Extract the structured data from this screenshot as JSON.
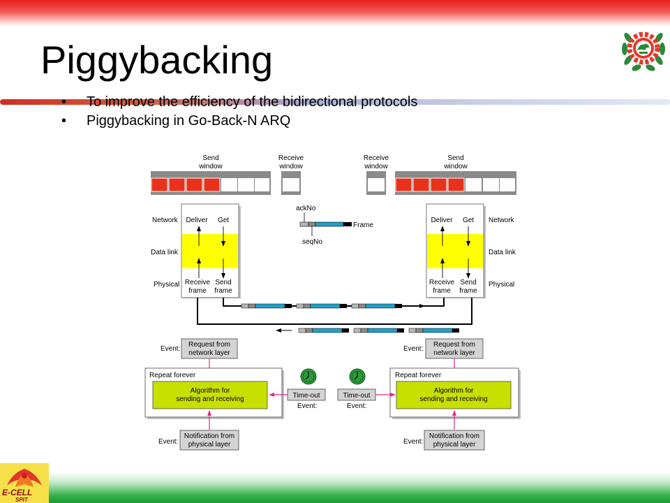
{
  "slide": {
    "title": "Piggybacking",
    "bullets": [
      "To improve the efficiency of the bidirectional protocols",
      "Piggybacking in Go-Back-N ARQ"
    ]
  },
  "logos": {
    "top_right": "emblem-gear-wreath",
    "bottom_left": "e-cell-logo",
    "bottom_left_text_1": "E-CELL",
    "bottom_left_text_2": "SPIT"
  },
  "diagram": {
    "left_send_window": "Send window",
    "left_receive_window": "Receive window",
    "right_receive_window": "Receive window",
    "right_send_window": "Send window",
    "ack_no": "ackNo",
    "seq_no": "seqNo",
    "frame": "Frame",
    "network": "Network",
    "data_link": "Data link",
    "physical": "Physical",
    "deliver": "Deliver",
    "get": "Get",
    "receive_frame": "Receive frame",
    "send_frame": "Send frame",
    "event": "Event:",
    "request_from_network_layer": "Request from network layer",
    "repeat_forever": "Repeat forever",
    "algorithm": "Algorithm for sending and receiving",
    "time_out": "Time-out",
    "notification_from_physical_layer": "Notification from physical layer"
  },
  "colors": {
    "window_filled": "#e8321c",
    "window_bar": "#8a8a8a",
    "layer_yellow": "#ffff00",
    "frame_blue": "#1f9fc8",
    "frame_gray": "#b8b8b8",
    "algorithm_green": "#c8e000",
    "event_box_gray": "#d4d4d4",
    "event_arrow_magenta": "#e0288a",
    "clock_green": "#2a9a3a"
  }
}
